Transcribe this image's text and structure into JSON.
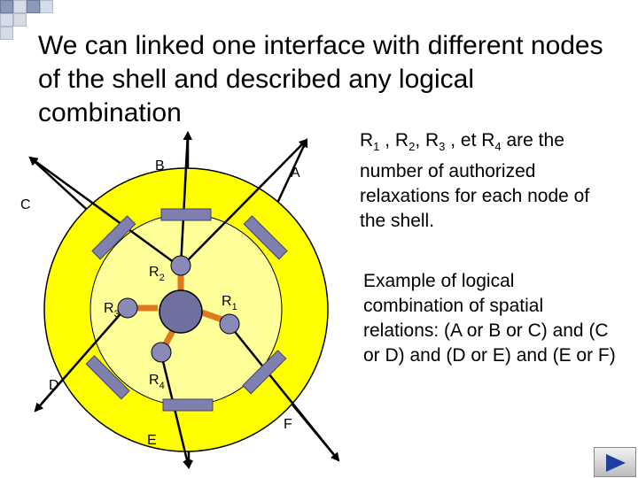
{
  "title": "We can linked one interface with different nodes  of the shell and described any logical combination",
  "description": "R1 , R2, R3 , et R4  are the number of authorized relaxations for each node of the shell.",
  "description_parts": {
    "r1": "R",
    "r1_sub": "1",
    "sep1": " , R",
    "r2_sub": "2",
    "sep2": ", R",
    "r3_sub": "3",
    "sep3": " , et R",
    "r4_sub": "4",
    "rest": "  are the number of authorized relaxations for each node of the shell."
  },
  "example": "Example of logical combination of spatial relations: (A or B or C) and (C or D) and (D or E) and (E or F)",
  "diagram": {
    "interfaces": {
      "a": "A",
      "b": "B",
      "c": "C",
      "d": "D",
      "e": "E",
      "f": "F"
    },
    "relaxations": [
      {
        "letter": "R",
        "sub": "1"
      },
      {
        "letter": "R",
        "sub": "2"
      },
      {
        "letter": "R",
        "sub": "3"
      },
      {
        "letter": "R",
        "sub": "4"
      }
    ],
    "colors": {
      "outer_shell": "#ffff00",
      "inner_shell": "#ffff99",
      "node": "#8a8ab8",
      "center": "#7070a0",
      "connector": "#e07820",
      "interface_bar": "#8080b0"
    }
  },
  "nav": {
    "next_icon": "play-icon",
    "color": "#1e3fa0"
  }
}
